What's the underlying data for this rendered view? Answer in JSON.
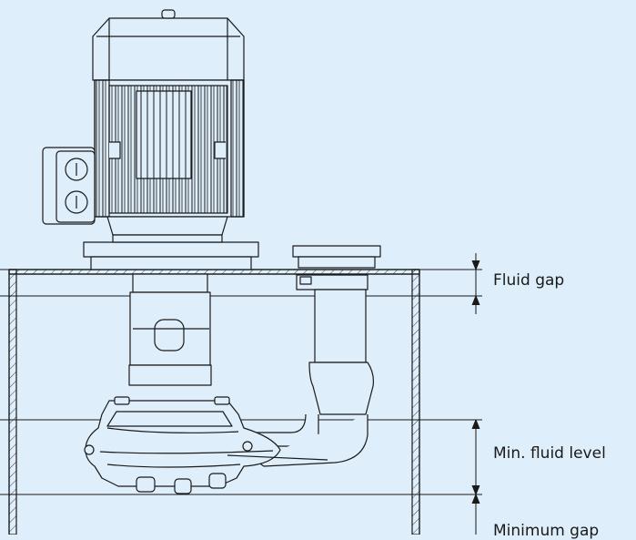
{
  "diagram": {
    "background_color": "#deeefa",
    "line_color": "#1a1a1a",
    "labels": {
      "fluid_gap": "Fluid gap",
      "min_fluid_level": "Min. fluid level",
      "minimum_gap": "Minimum gap"
    }
  }
}
